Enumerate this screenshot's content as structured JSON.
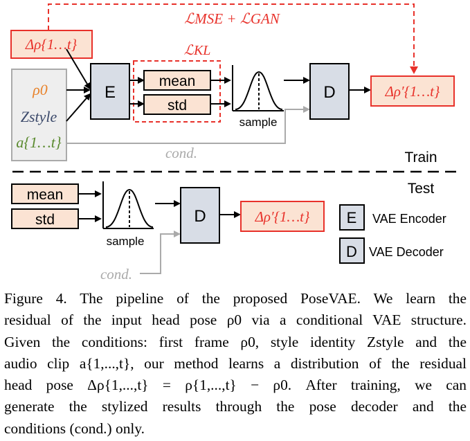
{
  "loss_top": "ℒMSE + ℒGAN",
  "loss_kl": "ℒKL",
  "delta_rho_input": "Δρ{1…t}",
  "delta_rho_output": "Δρ′{1…t}",
  "inputs": {
    "rho0": "ρ0",
    "zstyle": "Zstyle",
    "audio": "a{1…t}"
  },
  "encoder_label": "E",
  "decoder_label": "D",
  "mean_label": "mean",
  "std_label": "std",
  "sample_label": "sample",
  "cond_label": "cond.",
  "train_label": "Train",
  "test_label": "Test",
  "legend": {
    "encoder": "VAE Encoder",
    "decoder": "VAE Decoder"
  },
  "caption": {
    "line1": "Figure 4. The pipeline of the proposed PoseVAE. We learn the",
    "line2": "residual of the input head pose ρ0 via a conditional VAE structure.",
    "line3": "Given the conditions: first frame ρ0, style identity Zstyle and the",
    "line4": "audio clip a{1,...,t}, our method learns a distribution of the residual",
    "line5": "head pose Δρ{1,...,t} = ρ{1,...,t} − ρ0. After training, we can",
    "line6": "generate the stylized results through the pose decoder and the",
    "line7": "conditions (cond.) only."
  },
  "colors": {
    "red": "#e8312a",
    "orange_fill": "#fbe3d3",
    "gray_fill": "#d8dde6",
    "input_fill": "#eeeeee",
    "rho_color": "#e8822a",
    "zstyle_color": "#3c4a6b",
    "audio_color": "#5a8a2f"
  }
}
